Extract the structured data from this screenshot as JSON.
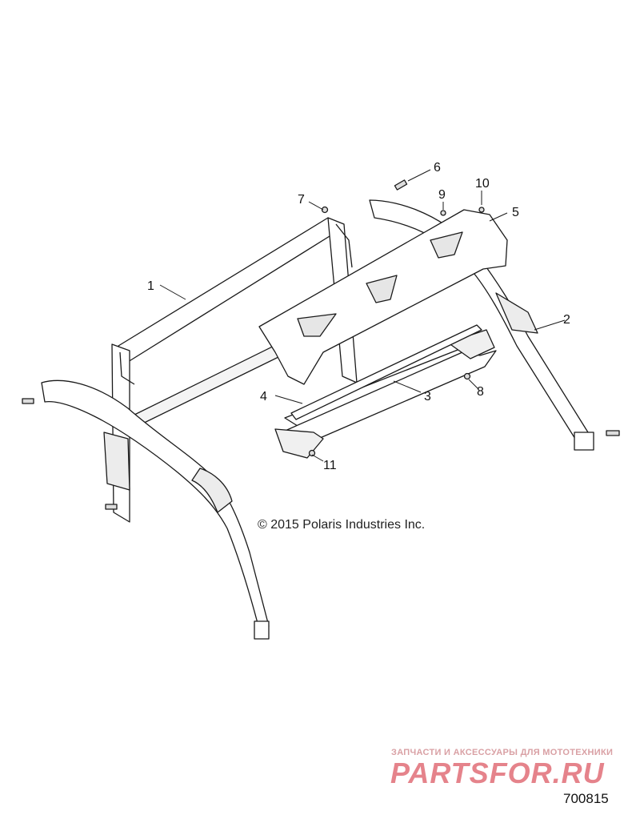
{
  "callouts": [
    {
      "id": "1",
      "text": "1"
    },
    {
      "id": "2",
      "text": "2"
    },
    {
      "id": "3",
      "text": "3"
    },
    {
      "id": "4",
      "text": "4"
    },
    {
      "id": "5",
      "text": "5"
    },
    {
      "id": "6",
      "text": "6"
    },
    {
      "id": "7",
      "text": "7"
    },
    {
      "id": "8",
      "text": "8"
    },
    {
      "id": "9",
      "text": "9"
    },
    {
      "id": "10",
      "text": "10"
    },
    {
      "id": "11",
      "text": "11"
    }
  ],
  "copyright": "© 2015 Polaris Industries Inc.",
  "diagram_id": "700815",
  "watermark": {
    "subtitle": "ЗАПЧАСТИ И АКСЕССУАРЫ ДЛЯ МОТОТЕХНИКИ",
    "logo_text": "PARTSFOR.RU",
    "color": "#e5838b"
  },
  "colors": {
    "line": "#1a1a1a",
    "shade": "#e6e6e6"
  }
}
